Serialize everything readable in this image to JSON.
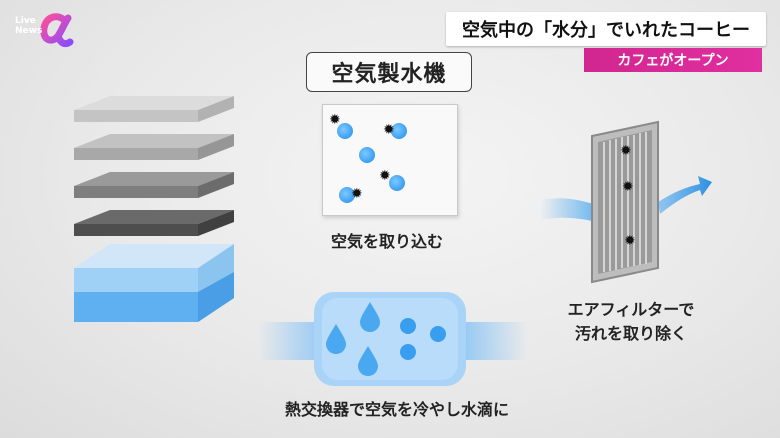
{
  "logo": {
    "text": "Live News",
    "icon": "alpha-logo-icon",
    "colors": [
      "#ff4f9a",
      "#8a4cff"
    ]
  },
  "headline": "空気中の「水分」でいれたコーヒー",
  "subheadline": "カフェがオープン",
  "diagram": {
    "title": "空気製水機",
    "intake_caption": "空気を取り込む",
    "filter_caption_line1": "エアフィルターで",
    "filter_caption_line2": "汚れを取り除く",
    "exchanger_caption": "熱交換器で空気を冷やし水滴に"
  },
  "colors": {
    "accent_magenta": "#d2268f",
    "water_blue": "#3a9ef0"
  }
}
